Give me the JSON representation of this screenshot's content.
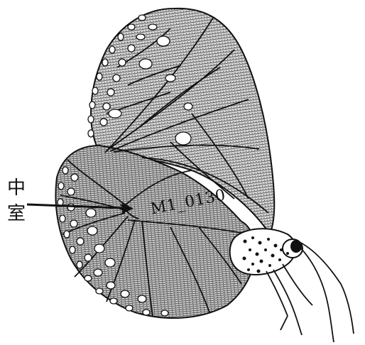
{
  "labels": {
    "annotation_top": "中",
    "annotation_bottom": "室",
    "specimen_code": "M1_0130"
  },
  "colors": {
    "ink": "#111111",
    "paper": "#ffffff"
  },
  "icons": {
    "pointer": "arrow-right-icon"
  }
}
